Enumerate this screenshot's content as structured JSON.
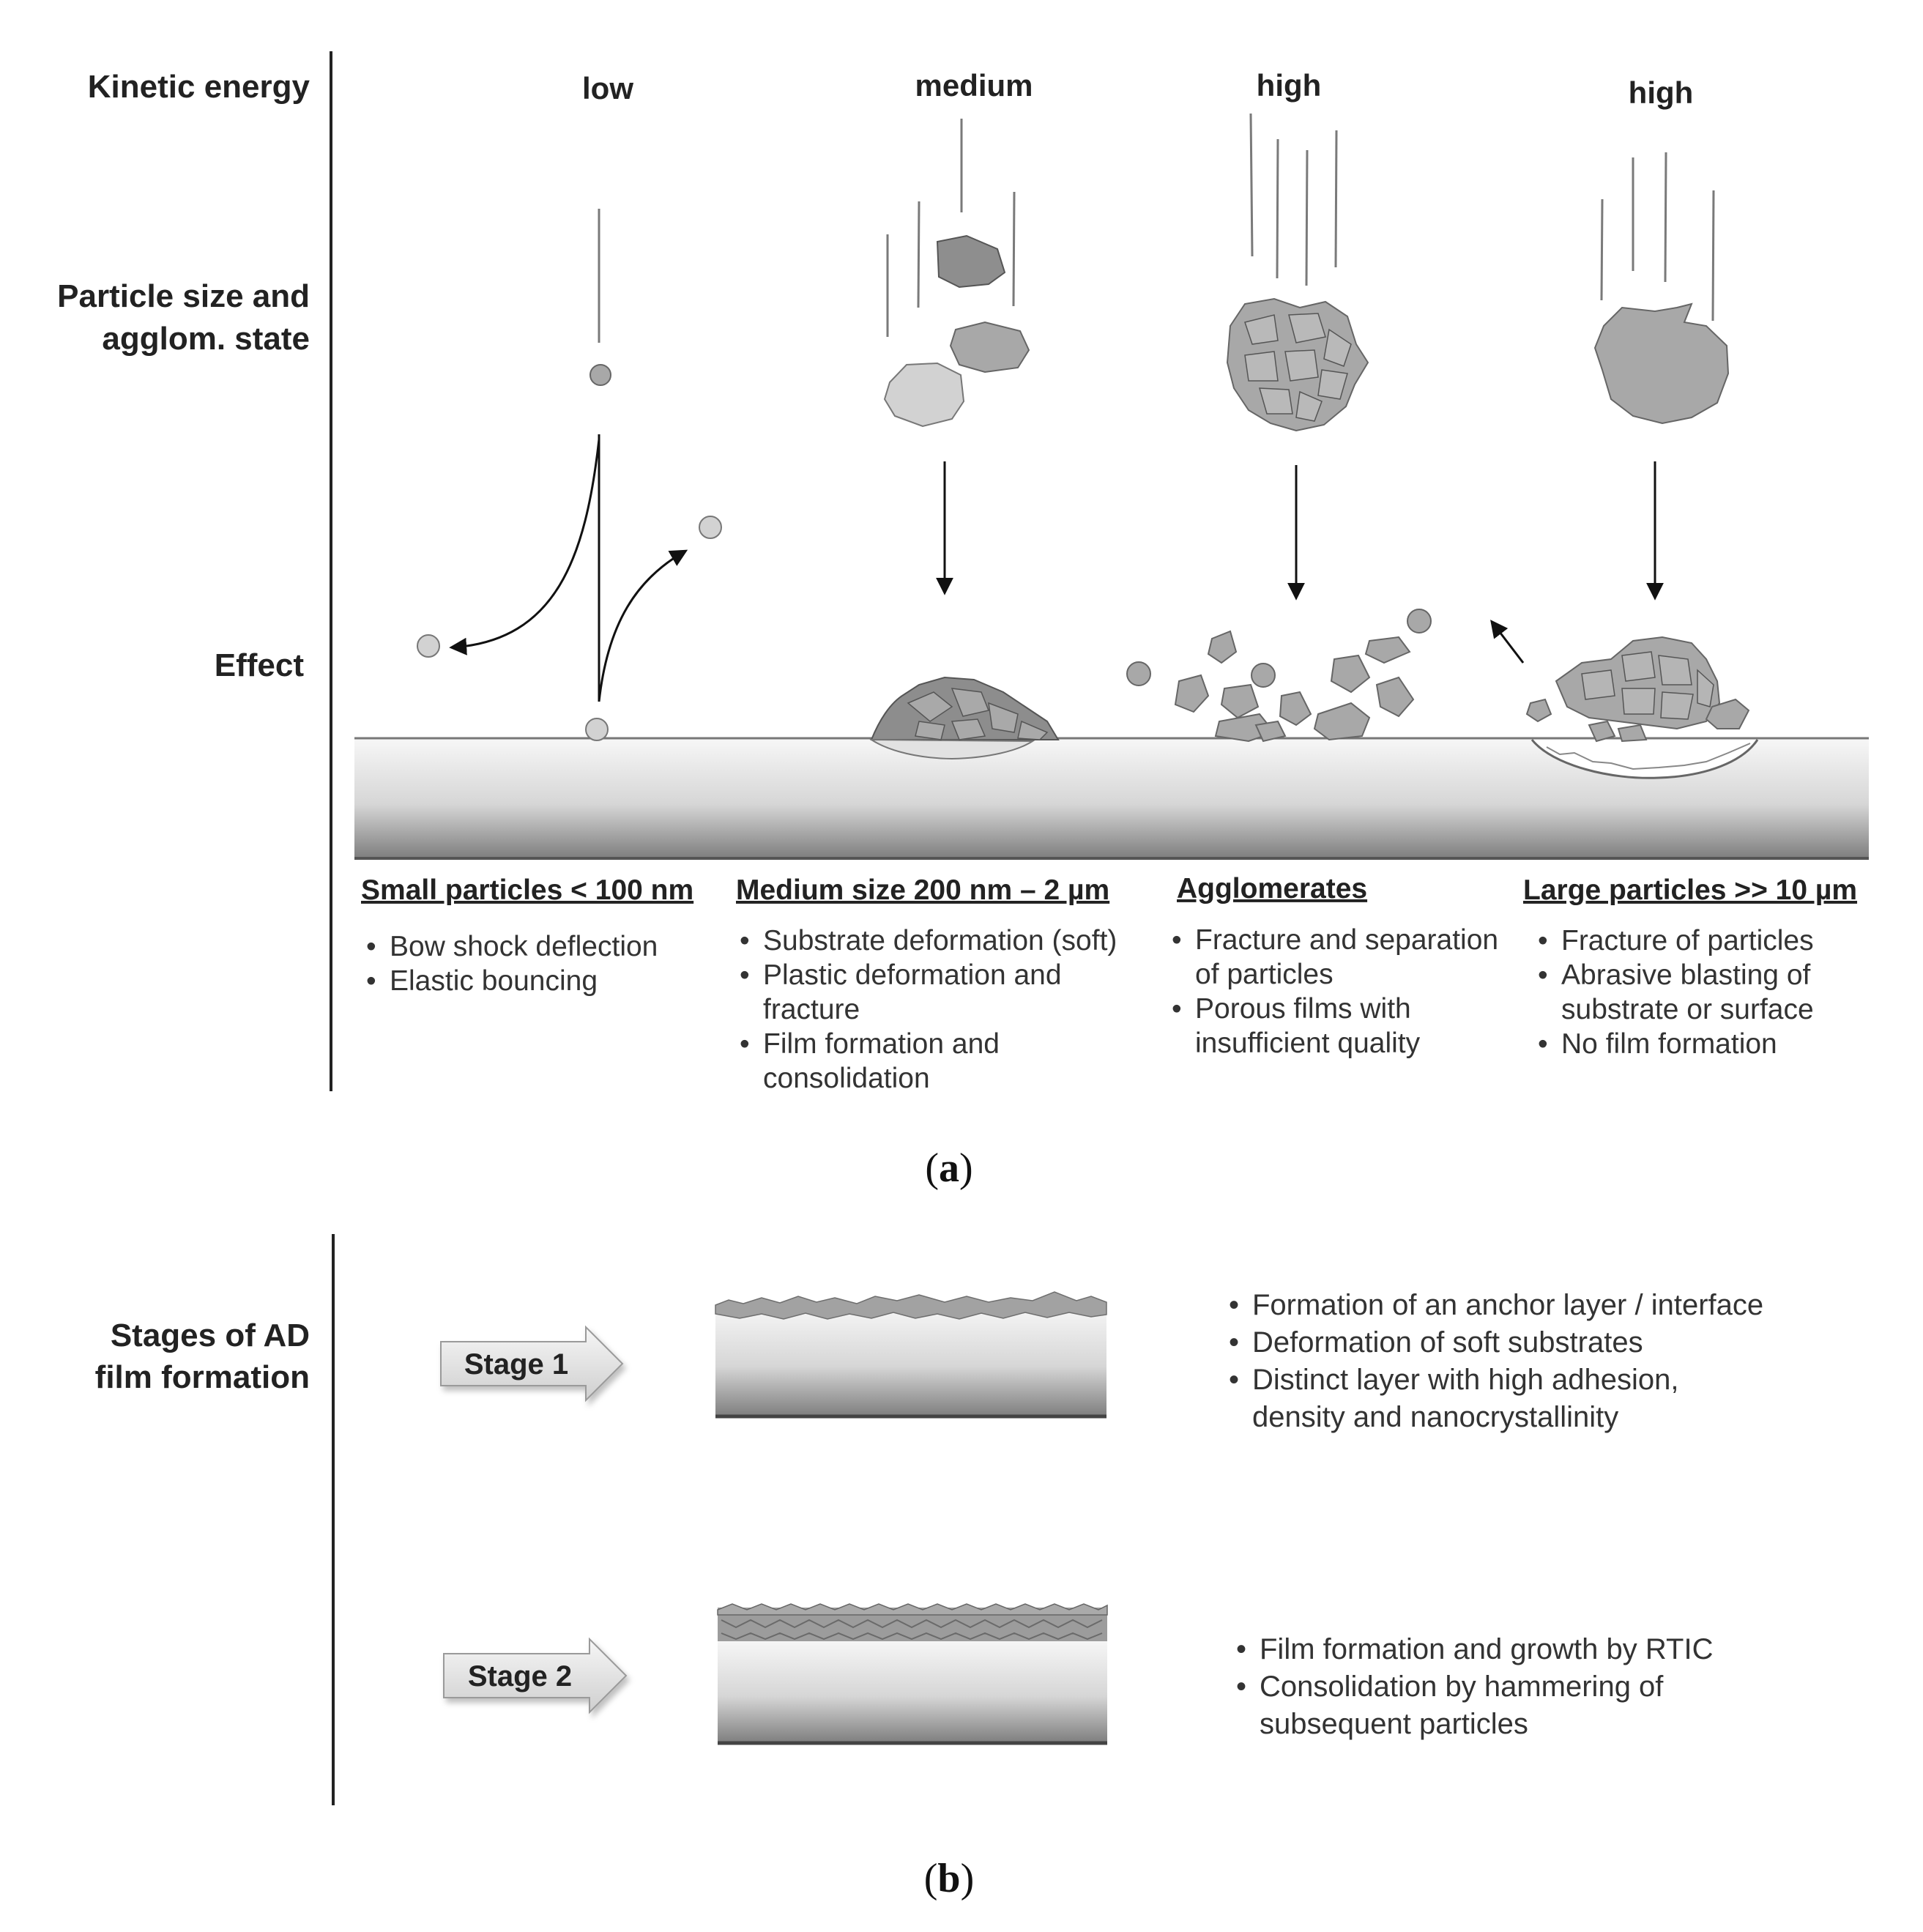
{
  "panel_a": {
    "row_labels": {
      "kinetic_energy": "Kinetic energy",
      "particle_size_line1": "Particle size and",
      "particle_size_line2": "agglom. state",
      "effect": "Effect"
    },
    "columns": [
      {
        "energy": "low",
        "heading": "Small particles < 100 nm",
        "bullets": [
          [
            "Bow shock deflection"
          ],
          [
            "Elastic bouncing"
          ]
        ]
      },
      {
        "energy": "medium",
        "heading": "Medium size 200 nm – 2 µm",
        "bullets": [
          [
            "Substrate deformation (soft)"
          ],
          [
            "Plastic deformation and",
            "fracture"
          ],
          [
            "Film formation and",
            "consolidation"
          ]
        ]
      },
      {
        "energy": "high",
        "heading": "Agglomerates",
        "bullets": [
          [
            "Fracture and separation",
            "of particles"
          ],
          [
            "Porous films with",
            "insufficient quality"
          ]
        ]
      },
      {
        "energy": "high",
        "heading": "Large particles >> 10 µm",
        "bullets": [
          [
            "Fracture of particles"
          ],
          [
            "Abrasive blasting of",
            "substrate or surface"
          ],
          [
            "No film formation"
          ]
        ]
      }
    ],
    "caption_open": "(",
    "caption_letter": "a",
    "caption_close": ")"
  },
  "panel_b": {
    "row_label_line1": "Stages of AD",
    "row_label_line2": "film formation",
    "stages": [
      {
        "label": "Stage 1",
        "bullets": [
          [
            "Formation of an anchor layer / interface"
          ],
          [
            "Deformation of soft substrates"
          ],
          [
            "Distinct layer with high adhesion,",
            "density and nanocrystallinity"
          ]
        ]
      },
      {
        "label": "Stage 2",
        "bullets": [
          [
            "Film formation and growth by RTIC"
          ],
          [
            "Consolidation by hammering of",
            "subsequent particles"
          ]
        ]
      }
    ],
    "caption_open": "(",
    "caption_letter": "b",
    "caption_close": ")"
  },
  "bullet_glyph": "•",
  "colors": {
    "substrate_top": "#f4f4f4",
    "substrate_bottom": "#8a8a8a",
    "particle_fill": "#a8a8a8",
    "arrow_box": "#e2e2e2"
  }
}
